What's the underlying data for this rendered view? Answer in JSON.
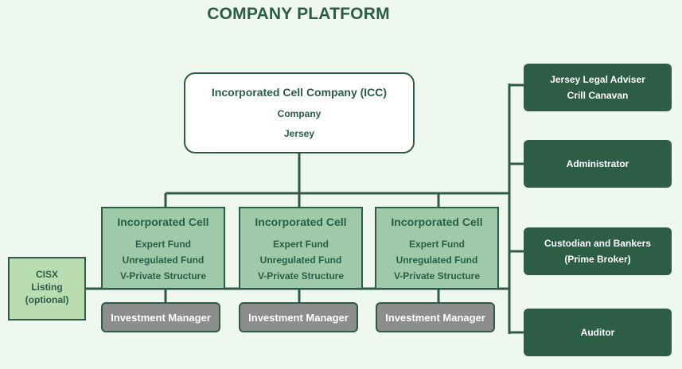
{
  "title": "COMPANY PLATFORM",
  "icc": {
    "name": "Incorporated Cell Company (ICC)",
    "type": "Company",
    "jurisdiction": "Jersey"
  },
  "cells": [
    {
      "heading": "Incorporated Cell",
      "lines": [
        "Expert Fund",
        "Unregulated Fund",
        "V-Private Structure"
      ],
      "manager": "Investment Manager"
    },
    {
      "heading": "Incorporated Cell",
      "lines": [
        "Expert Fund",
        "Unregulated Fund",
        "V-Private Structure"
      ],
      "manager": "Investment Manager"
    },
    {
      "heading": "Incorporated Cell",
      "lines": [
        "Expert Fund",
        "Unregulated Fund",
        "V-Private Structure"
      ],
      "manager": "Investment Manager"
    }
  ],
  "cisx": {
    "line1": "CISX",
    "line2": "Listing",
    "line3": "(optional)"
  },
  "service_providers": [
    {
      "line1": "Jersey Legal Adviser",
      "line2": "Crill Canavan"
    },
    {
      "line1": "Administrator",
      "line2": ""
    },
    {
      "line1": "Custodian and Bankers",
      "line2": "(Prime Broker)"
    },
    {
      "line1": "Auditor",
      "line2": ""
    }
  ],
  "colors": {
    "background": "#eef8ef",
    "dark_green": "#2e5d47",
    "cell_green": "#9fcaa9",
    "cisx_green": "#b9dcb0",
    "manager_grey": "#8c8e8d"
  }
}
